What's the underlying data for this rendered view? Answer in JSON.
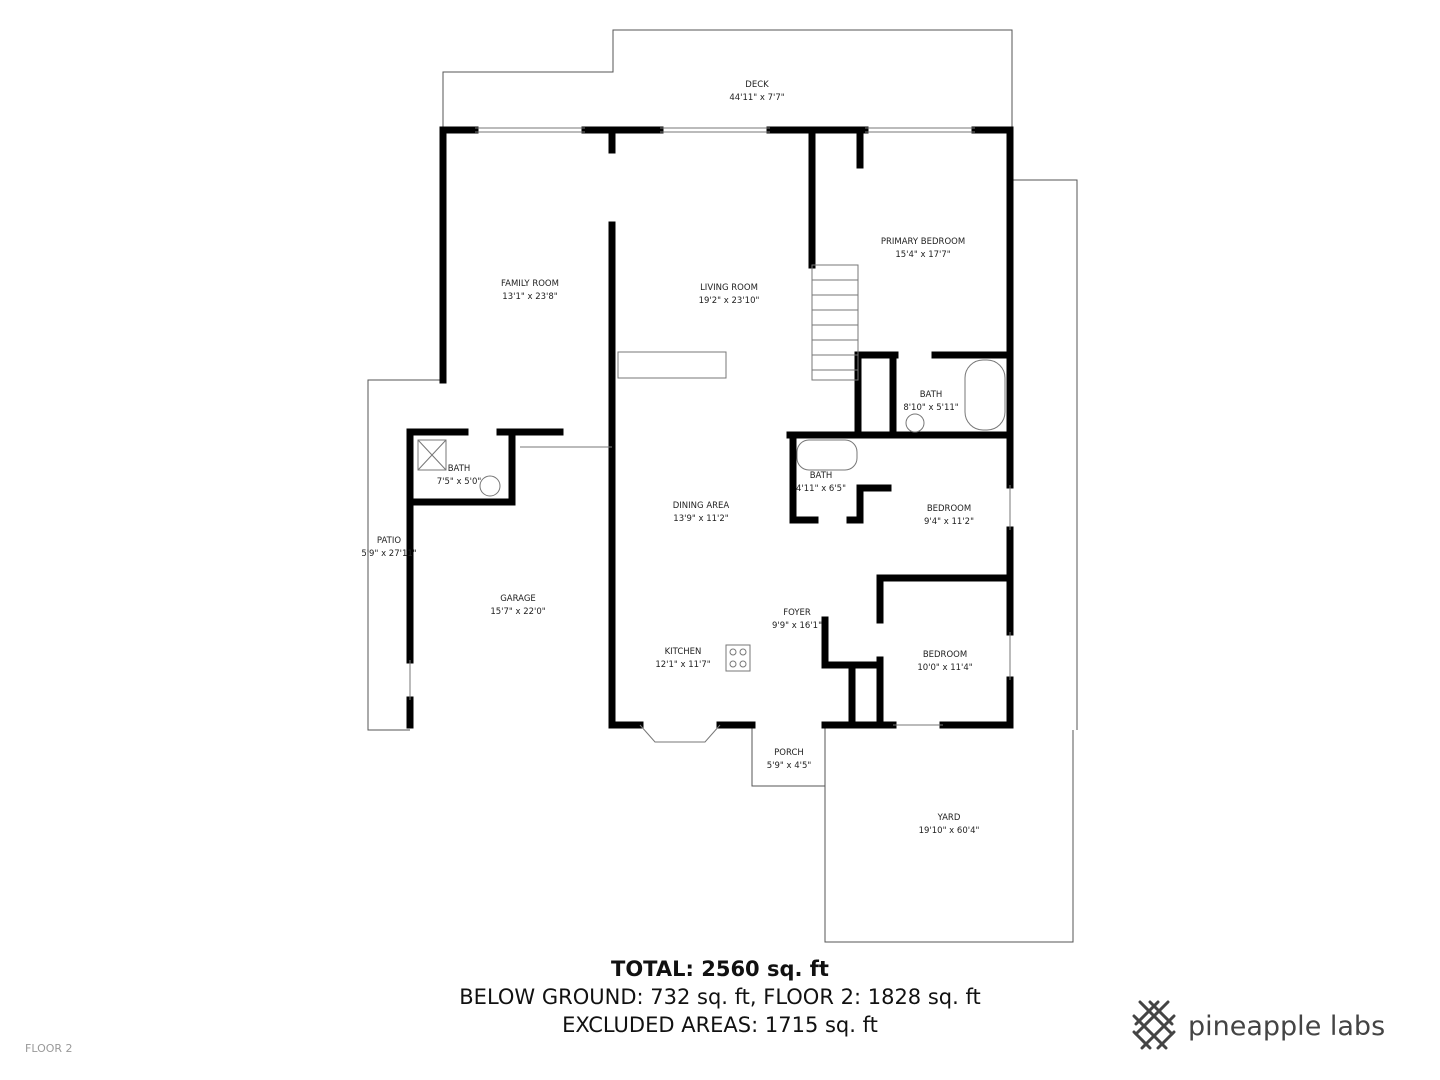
{
  "rooms": [
    {
      "id": "deck",
      "name": "DECK",
      "size": "44'11\" x 7'7\""
    },
    {
      "id": "family-room",
      "name": "FAMILY ROOM",
      "size": "13'1\" x 23'8\""
    },
    {
      "id": "living-room",
      "name": "LIVING ROOM",
      "size": "19'2\" x 23'10\""
    },
    {
      "id": "primary-bedroom",
      "name": "PRIMARY BEDROOM",
      "size": "15'4\" x 17'7\""
    },
    {
      "id": "bath-primary",
      "name": "BATH",
      "size": "8'10\" x 5'11\""
    },
    {
      "id": "bath-hall",
      "name": "BATH",
      "size": "4'11\" x 6'5\""
    },
    {
      "id": "bath-garage",
      "name": "BATH",
      "size": "7'5\" x 5'0\""
    },
    {
      "id": "patio",
      "name": "PATIO",
      "size": "5'9\" x 27'11\""
    },
    {
      "id": "dining-area",
      "name": "DINING AREA",
      "size": "13'9\" x 11'2\""
    },
    {
      "id": "bedroom-1",
      "name": "BEDROOM",
      "size": "9'4\" x 11'2\""
    },
    {
      "id": "garage",
      "name": "GARAGE",
      "size": "15'7\" x 22'0\""
    },
    {
      "id": "foyer",
      "name": "FOYER",
      "size": "9'9\" x 16'1\""
    },
    {
      "id": "kitchen",
      "name": "KITCHEN",
      "size": "12'1\" x 11'7\""
    },
    {
      "id": "bedroom-2",
      "name": "BEDROOM",
      "size": "10'0\" x 11'4\""
    },
    {
      "id": "porch",
      "name": "PORCH",
      "size": "5'9\" x 4'5\""
    },
    {
      "id": "yard",
      "name": "YARD",
      "size": "19'10\" x 60'4\""
    }
  ],
  "totals": {
    "total": "TOTAL: 2560 sq. ft",
    "breakdown": "BELOW GROUND: 732 sq. ft, FLOOR 2: 1828 sq. ft",
    "excluded": "EXCLUDED AREAS: 1715 sq. ft"
  },
  "floor_label": "FLOOR 2",
  "brand": {
    "name": "pineapple labs",
    "icon": "pineapple-lattice-logo",
    "color": "#444444"
  },
  "colors": {
    "wall": "#000000",
    "outline": "#555555"
  }
}
